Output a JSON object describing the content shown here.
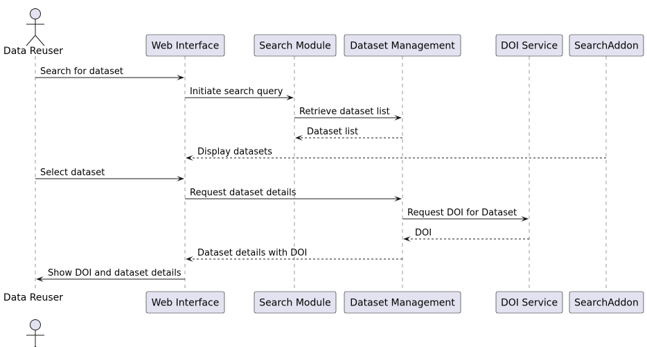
{
  "participants": [
    {
      "id": "reuser",
      "label": "Data Reuser",
      "kind": "actor"
    },
    {
      "id": "web",
      "label": "Web Interface",
      "kind": "participant"
    },
    {
      "id": "search",
      "label": "Search Module",
      "kind": "participant"
    },
    {
      "id": "dataset",
      "label": "Dataset Management",
      "kind": "participant"
    },
    {
      "id": "doi",
      "label": "DOI Service",
      "kind": "participant"
    },
    {
      "id": "addon",
      "label": "SearchAddon",
      "kind": "participant"
    }
  ],
  "messages": [
    {
      "from": "reuser",
      "to": "web",
      "label": "Search for dataset",
      "style": "solid"
    },
    {
      "from": "web",
      "to": "search",
      "label": "Initiate search query",
      "style": "solid"
    },
    {
      "from": "search",
      "to": "dataset",
      "label": "Retrieve dataset list",
      "style": "solid"
    },
    {
      "from": "dataset",
      "to": "search",
      "label": "Dataset list",
      "style": "dashed"
    },
    {
      "from": "addon",
      "to": "web",
      "label": "Display datasets",
      "style": "dashed"
    },
    {
      "from": "reuser",
      "to": "web",
      "label": "Select dataset",
      "style": "solid"
    },
    {
      "from": "web",
      "to": "dataset",
      "label": "Request dataset details",
      "style": "solid"
    },
    {
      "from": "dataset",
      "to": "doi",
      "label": "Request DOI for Dataset",
      "style": "solid"
    },
    {
      "from": "doi",
      "to": "dataset",
      "label": "DOI",
      "style": "dashed"
    },
    {
      "from": "dataset",
      "to": "web",
      "label": "Dataset details with DOI",
      "style": "dashed"
    },
    {
      "from": "web",
      "to": "reuser",
      "label": "Show DOI and dataset details",
      "style": "solid"
    }
  ]
}
